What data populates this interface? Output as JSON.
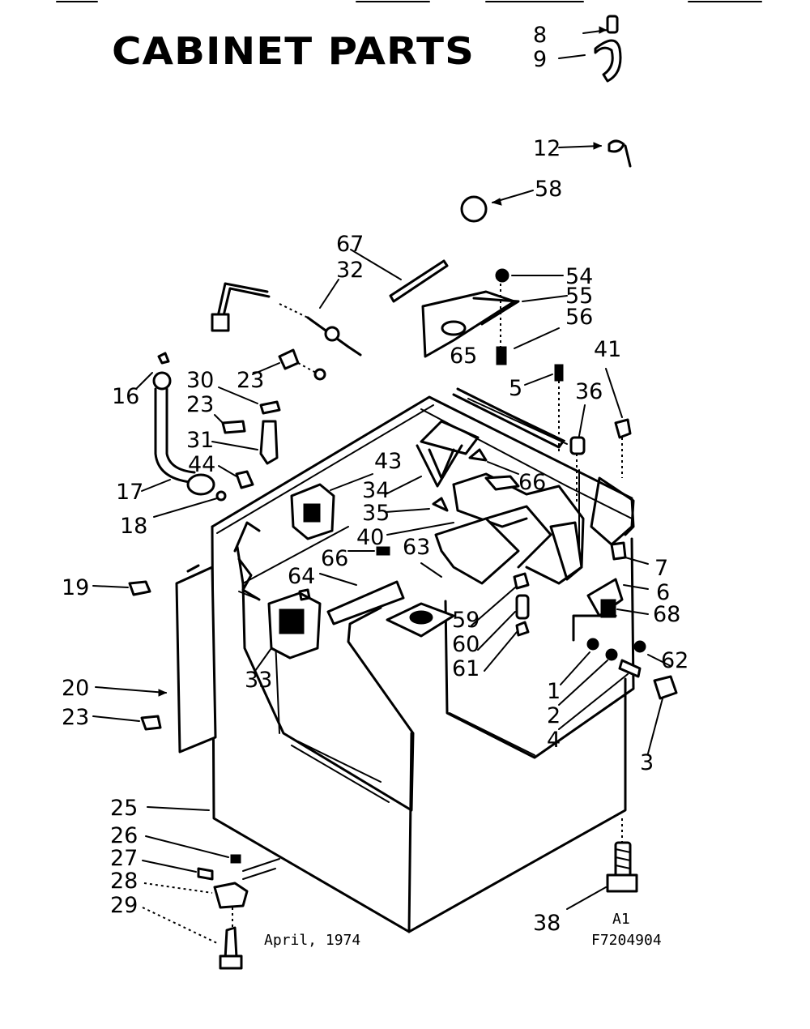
{
  "title": "CABINET PARTS",
  "date": "April, 1974",
  "code_a1": "A1",
  "code_part": "F7204904",
  "callouts": [
    {
      "id": "c8",
      "text": "8"
    },
    {
      "id": "c9",
      "text": "9"
    },
    {
      "id": "c12",
      "text": "12"
    },
    {
      "id": "c58",
      "text": "58"
    },
    {
      "id": "c67",
      "text": "67"
    },
    {
      "id": "c32",
      "text": "32"
    },
    {
      "id": "c54",
      "text": "54"
    },
    {
      "id": "c55",
      "text": "55"
    },
    {
      "id": "c56",
      "text": "56"
    },
    {
      "id": "c65",
      "text": "65"
    },
    {
      "id": "c41",
      "text": "41"
    },
    {
      "id": "c5",
      "text": "5"
    },
    {
      "id": "c36",
      "text": "36"
    },
    {
      "id": "c16",
      "text": "16"
    },
    {
      "id": "c30",
      "text": "30"
    },
    {
      "id": "c23a",
      "text": "23"
    },
    {
      "id": "c23b",
      "text": "23"
    },
    {
      "id": "c31",
      "text": "31"
    },
    {
      "id": "c44",
      "text": "44"
    },
    {
      "id": "c43",
      "text": "43"
    },
    {
      "id": "c17",
      "text": "17"
    },
    {
      "id": "c18",
      "text": "18"
    },
    {
      "id": "c34",
      "text": "34"
    },
    {
      "id": "c66a",
      "text": "66"
    },
    {
      "id": "c35",
      "text": "35"
    },
    {
      "id": "c40",
      "text": "40"
    },
    {
      "id": "c66b",
      "text": "66"
    },
    {
      "id": "c63",
      "text": "63"
    },
    {
      "id": "c7",
      "text": "7"
    },
    {
      "id": "c19",
      "text": "19"
    },
    {
      "id": "c64",
      "text": "64"
    },
    {
      "id": "c6",
      "text": "6"
    },
    {
      "id": "c68",
      "text": "68"
    },
    {
      "id": "c59",
      "text": "59"
    },
    {
      "id": "c62",
      "text": "62"
    },
    {
      "id": "c60",
      "text": "60"
    },
    {
      "id": "c33",
      "text": "33"
    },
    {
      "id": "c61",
      "text": "61"
    },
    {
      "id": "c1",
      "text": "1"
    },
    {
      "id": "c20",
      "text": "20"
    },
    {
      "id": "c2",
      "text": "2"
    },
    {
      "id": "c23c",
      "text": "23"
    },
    {
      "id": "c4",
      "text": "4"
    },
    {
      "id": "c3",
      "text": "3"
    },
    {
      "id": "c25",
      "text": "25"
    },
    {
      "id": "c26",
      "text": "26"
    },
    {
      "id": "c27",
      "text": "27"
    },
    {
      "id": "c28",
      "text": "28"
    },
    {
      "id": "c29",
      "text": "29"
    },
    {
      "id": "c38",
      "text": "38"
    }
  ]
}
